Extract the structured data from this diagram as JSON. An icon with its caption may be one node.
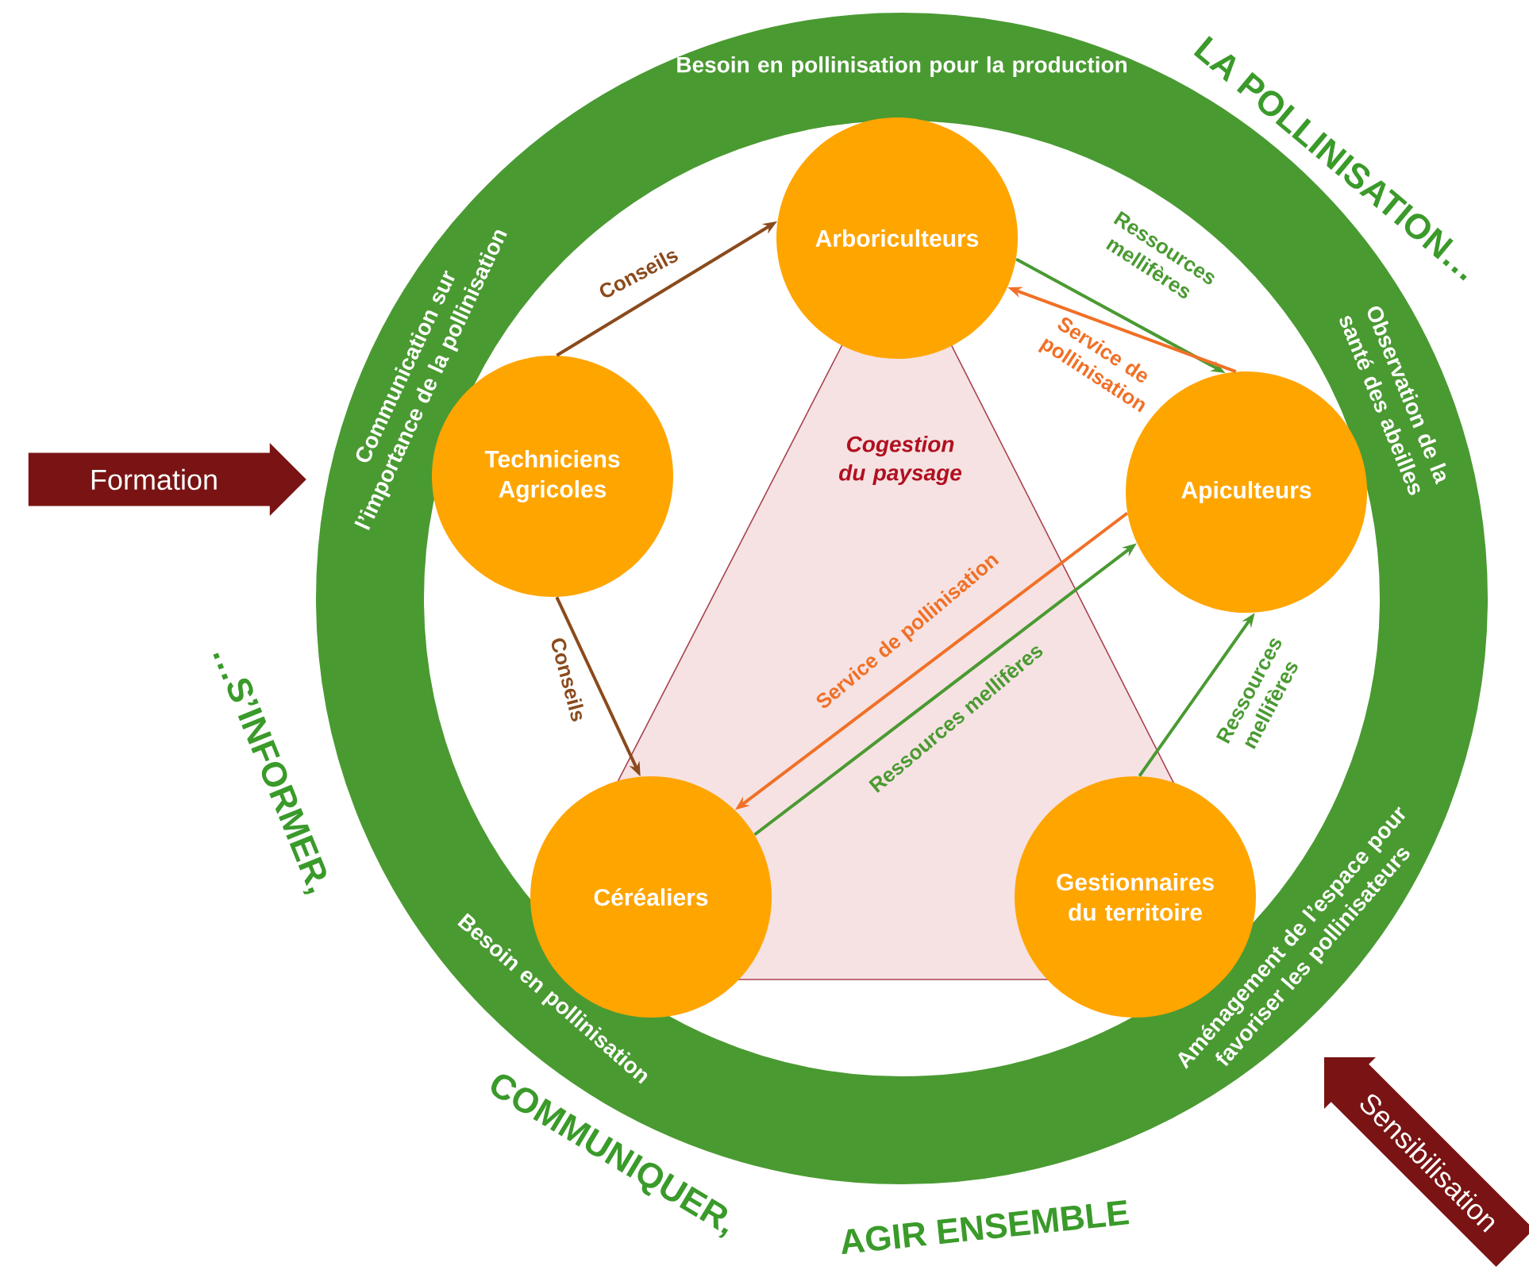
{
  "diagram": {
    "nodes": [
      {
        "text": [
          "Besoin en pollinisation pour la production",
          "Communication sur l’importance de la pollinisation",
          "Observation de la santé des abeilles",
          "Besoin en pollinisation",
          "Aménagement de l’espace pour favoriser les pollinisateurs"
        ]
      },
      {
        "text": [
          "Arboriculteurs"
        ],
        "in": 0
      },
      {
        "text": [
          "Techniciens Agricoles"
        ],
        "in": 0
      },
      {
        "text": [
          "Formation"
        ]
      },
      {
        "text": [
          "Apiculteurs"
        ],
        "in": 0
      },
      {
        "text": [
          "Céréaliers"
        ],
        "in": 0
      },
      {
        "text": [
          "Gestionnaires du territoire"
        ],
        "in": 0
      },
      {
        "text": [
          "Sensibilisation"
        ]
      }
    ],
    "edges": [
      {
        "from": 2,
        "to": 1,
        "arrow": "to",
        "label": "Conseils",
        "color": "#8b4a1c"
      },
      {
        "from": 2,
        "to": 5,
        "arrow": "to",
        "label": "Conseils",
        "color": "#8b4a1c"
      },
      {
        "from": 1,
        "to": 4,
        "arrow": "to",
        "label": "Ressources mellifères"
      },
      {
        "from": 4,
        "to": 1,
        "arrow": "to",
        "label": "Service de pollinisation",
        "color": "#f07027"
      },
      {
        "from": 4,
        "to": 5,
        "arrow": "to",
        "label": "Service de pollinisation",
        "color": "#f07027"
      },
      {
        "from": 5,
        "to": 4,
        "arrow": "to",
        "label": "Ressources mellifères"
      },
      {
        "from": 6,
        "to": 4,
        "arrow": "to",
        "label": "Ressources mellifères"
      }
    ],
    "labels": [
      "LA POLLINISATION…",
      "Cogestion du paysage",
      "…S’INFORMER,",
      "COMMUNIQUER,",
      "AGIR ENSEMBLE"
    ]
  }
}
